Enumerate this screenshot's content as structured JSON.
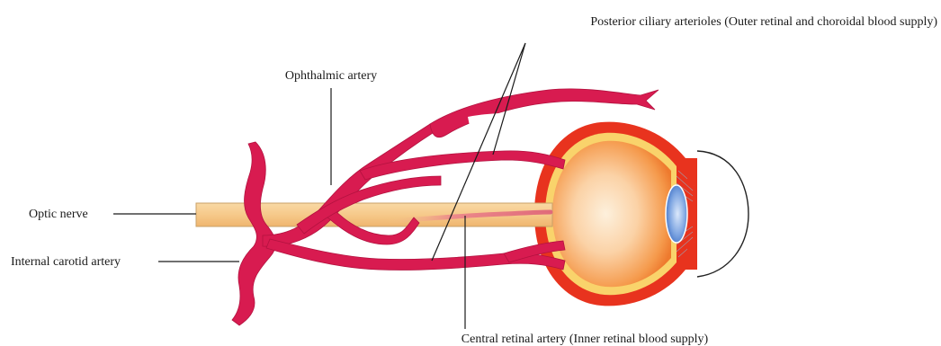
{
  "labels": {
    "posterior_ciliary": "Posterior ciliary arterioles (Outer retinal and choroidal blood supply)",
    "ophthalmic": "Ophthalmic artery",
    "optic_nerve": "Optic nerve",
    "internal_carotid": "Internal carotid artery",
    "central_retinal": "Central retinal artery (Inner retinal blood supply)"
  },
  "colors": {
    "artery": "#d81b50",
    "artery_dark": "#b3123f",
    "nerve": "#f6c98a",
    "sclera": "#e8331e",
    "retina": "#f9d36b",
    "globe_center": "#fbe6c8",
    "globe_edge": "#f28a3a",
    "lens": "#5b8fd6",
    "cornea_outline": "#222222"
  }
}
